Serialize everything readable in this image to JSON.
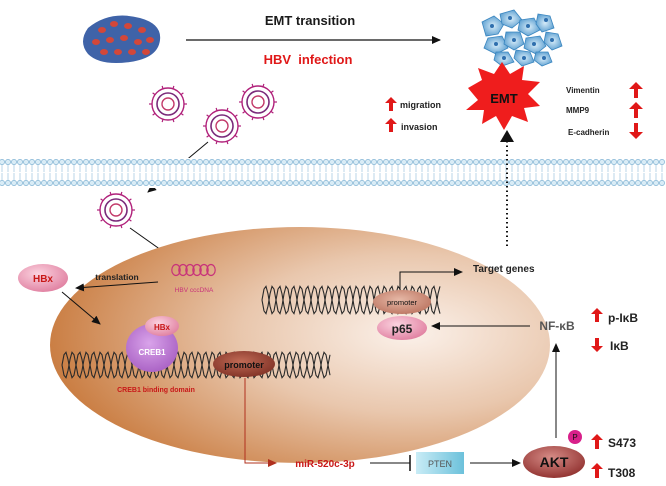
{
  "header": {
    "top_label": "EMT transition",
    "bottom_label": "HBV  infection",
    "bottom_color": "#e01818"
  },
  "emt": {
    "label": "EMT",
    "left": [
      {
        "arrow": "up",
        "label": "migration"
      },
      {
        "arrow": "up",
        "label": "invasion"
      }
    ],
    "right": [
      {
        "label": "Vimentin",
        "arrow": "up"
      },
      {
        "label": "MMP9",
        "arrow": "up"
      },
      {
        "label": "E-cadherin",
        "arrow": "down"
      }
    ]
  },
  "nucleus": {
    "hbv_cccdna": "HBV cccDNA",
    "hbx_left": "HBx",
    "translation": "translation",
    "hbx_bound": "HBx",
    "creb1": "CREB1",
    "creb1_domain": "CREB1 binding domain",
    "promoter_main": "promoter",
    "promoter_right": "promoter",
    "p65": "p65",
    "target_genes": "Target genes"
  },
  "pathway": {
    "mir": "miR-520c-3p",
    "pten": "PTEN",
    "akt": "AKT",
    "phospho": "P",
    "s473": "S473",
    "t308": "T308",
    "nfkb": "NF-κB",
    "pikb": "p-IκB",
    "ikb": "IκB"
  },
  "colors": {
    "arrow_red": "#e01818",
    "virus_outer": "#b0207a",
    "nucleus": "#c8824a",
    "membrane": "#8ab8d8"
  }
}
